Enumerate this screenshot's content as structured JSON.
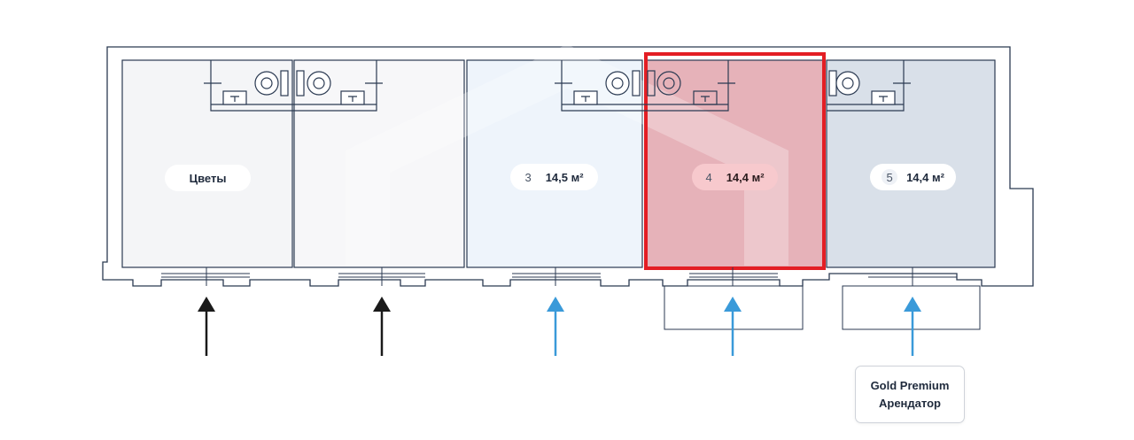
{
  "units": [
    {
      "label": "Цветы",
      "status": "occupied"
    },
    {
      "label": "",
      "status": "occupied"
    },
    {
      "number": "3",
      "area": "14,5 м²",
      "status": "available"
    },
    {
      "number": "4",
      "area": "14,4 м²",
      "status": "selected"
    },
    {
      "number": "5",
      "area": "14,4 м²",
      "status": "rented"
    }
  ],
  "tenant_card": {
    "line1": "Gold Premium",
    "line2": "Арендатор"
  },
  "colors": {
    "wall": "#2b3a52",
    "unit_occupied": "#f4f5f7",
    "unit_available": "#eef4fb",
    "unit_rented": "#d9e0e9",
    "selected_fill": "#e8a4ad",
    "selected_border": "#e31e24",
    "arrow_dark": "#1a1a1a",
    "arrow_blue": "#3a9ad9"
  },
  "icons": [
    "toilet-icon",
    "sink-icon",
    "entrance-arrow-icon"
  ]
}
